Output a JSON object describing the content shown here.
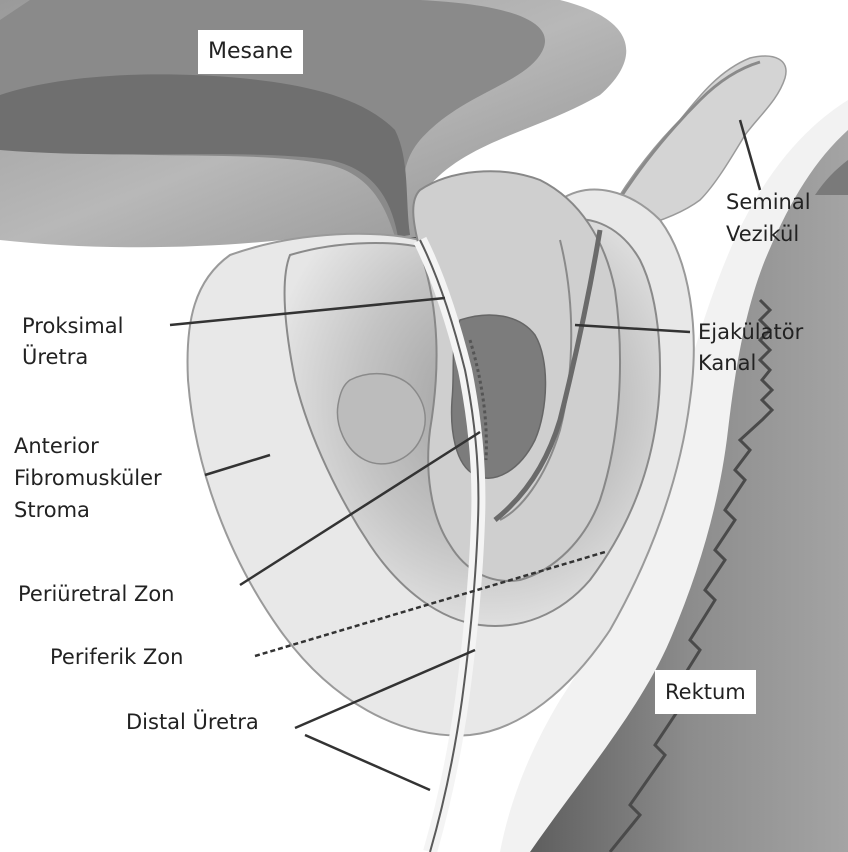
{
  "labels": {
    "mesane": "Mesane",
    "seminal_line1": "Seminal",
    "seminal_line2": "Vezikül",
    "proksimal_line1": "Proksimal",
    "proksimal_line2": "Üretra",
    "ejakulator_line1": "Ejakülatör",
    "ejakulator_line2": "Kanal",
    "anterior_line1": "Anterior",
    "anterior_line2": "Fibromusküler",
    "anterior_line3": "Stroma",
    "periuretral": "Periüretral Zon",
    "periferik": "Periferik Zon",
    "rektum": "Rektum",
    "distal": "Distal Üretra"
  },
  "colors": {
    "bladder_wall": "#a9a9a9",
    "bladder_lumen": "#787878",
    "gland_light": "#d9d9d9",
    "gland_mid": "#bdbdbd",
    "rectum_dark": "#6e6e6e",
    "leader": "#333333"
  }
}
